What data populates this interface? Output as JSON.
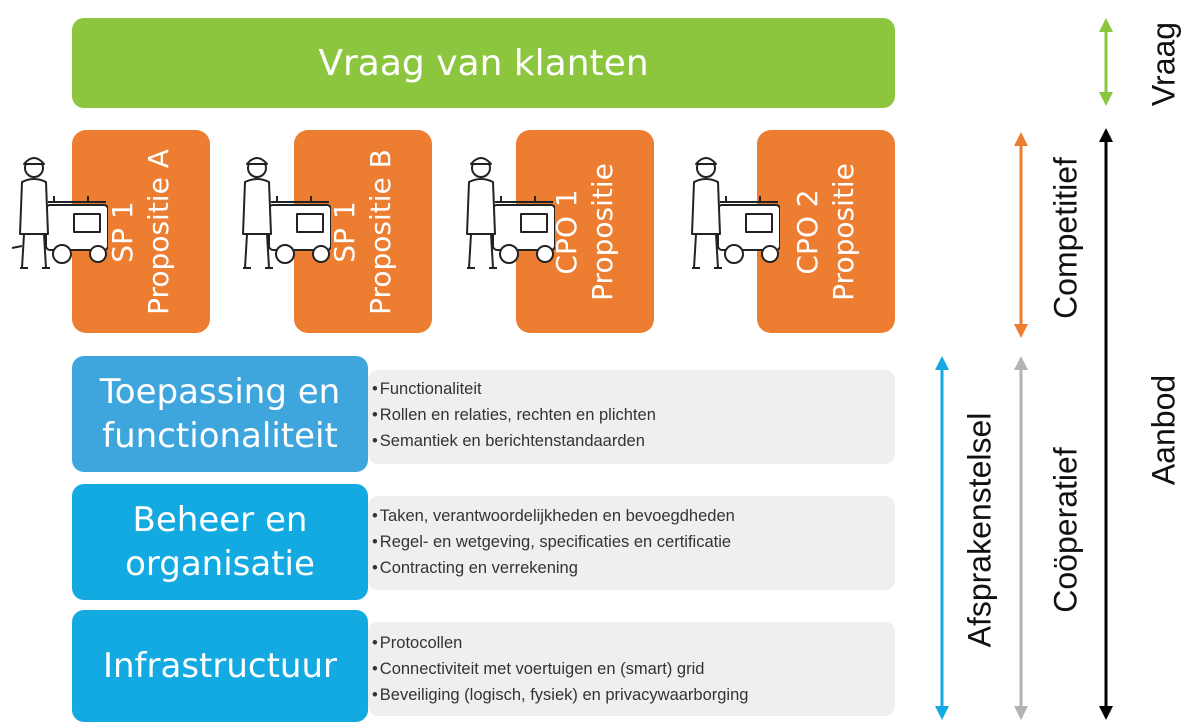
{
  "demand": {
    "label": "Vraag van klanten"
  },
  "propositions": [
    {
      "line1": "SP 1",
      "line2": "Propositie A"
    },
    {
      "line1": "SP 1",
      "line2": "Propositie B"
    },
    {
      "line1": "CPO 1",
      "line2": "Propositie"
    },
    {
      "line1": "CPO 2",
      "line2": "Propositie"
    }
  ],
  "layers": [
    {
      "title_line1": "Toepassing en",
      "title_line2": "functionaliteit",
      "color": "#3fa5dd",
      "bullets": [
        "Functionaliteit",
        "Rollen en relaties, rechten en plichten",
        "Semantiek en berichtenstandaarden"
      ]
    },
    {
      "title_line1": "Beheer en",
      "title_line2": "organisatie",
      "color": "#13a9e1",
      "bullets": [
        "Taken, verantwoordelijkheden en bevoegdheden",
        "Regel- en wetgeving, specificaties en certificatie",
        "Contracting en verrekening"
      ]
    },
    {
      "title_line1": "Infrastructuur",
      "title_line2": "",
      "color": "#13a9e1",
      "bullets": [
        "Protocollen",
        "Connectiviteit met voertuigen en (smart) grid",
        "Beveiliging (logisch, fysiek) en privacywaarborging"
      ]
    }
  ],
  "axis_labels": {
    "vraag": "Vraag",
    "competitief": "Competitief",
    "cooperatief": "Coöperatief",
    "afsprakenstelsel": "Afsprakenstelsel",
    "aanbod": "Aanbod"
  },
  "colors": {
    "demand": "#8cc63f",
    "proposition": "#ed7d31",
    "arrow_vraag": "#8cc63f",
    "arrow_competitief": "#ed7d31",
    "arrow_cooperatief": "#b3b3b3",
    "arrow_afsprakenstelsel": "#13a9e1",
    "arrow_aanbod": "#000000"
  }
}
